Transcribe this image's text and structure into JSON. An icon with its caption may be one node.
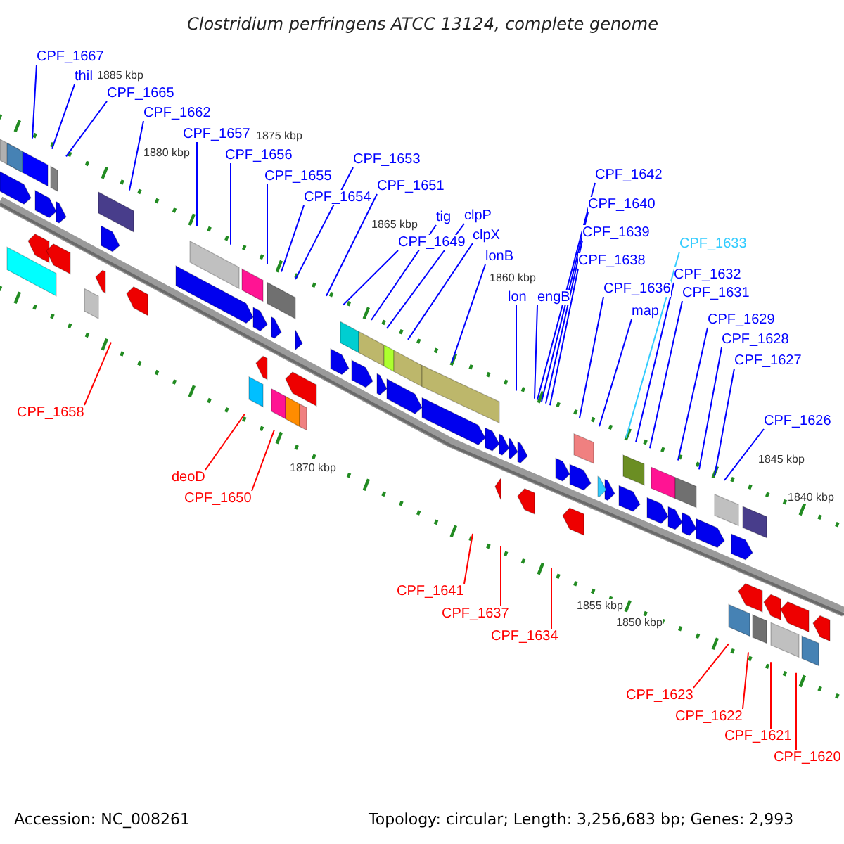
{
  "diagram": {
    "title": "Clostridium perfringens ATCC 13124, complete genome",
    "nodes": [
      {
        "text": [
          "CPF_1667"
        ]
      },
      {
        "text": [
          "thiI"
        ]
      },
      {
        "text": [
          "CPF_1665"
        ]
      },
      {
        "text": [
          "CPF_1662"
        ]
      },
      {
        "text": [
          "CPF_1657"
        ]
      },
      {
        "text": [
          "CPF_1656"
        ]
      },
      {
        "text": [
          "CPF_1655"
        ]
      },
      {
        "text": [
          "CPF_1653"
        ]
      },
      {
        "text": [
          "CPF_1654"
        ]
      },
      {
        "text": [
          "CPF_1651"
        ]
      },
      {
        "text": [
          "CPF_1649"
        ]
      },
      {
        "text": [
          "tig"
        ]
      },
      {
        "text": [
          "clpP"
        ]
      },
      {
        "text": [
          "clpX"
        ]
      },
      {
        "text": [
          "lonB"
        ]
      },
      {
        "text": [
          "lon"
        ]
      },
      {
        "text": [
          "engB"
        ]
      },
      {
        "text": [
          "CPF_1642"
        ]
      },
      {
        "text": [
          "CPF_1640"
        ]
      },
      {
        "text": [
          "CPF_1639"
        ]
      },
      {
        "text": [
          "CPF_1638"
        ]
      },
      {
        "text": [
          "CPF_1636"
        ]
      },
      {
        "text": [
          "map"
        ]
      },
      {
        "text": [
          "CPF_1633"
        ]
      },
      {
        "text": [
          "CPF_1632"
        ]
      },
      {
        "text": [
          "CPF_1631"
        ]
      },
      {
        "text": [
          "CPF_1629"
        ]
      },
      {
        "text": [
          "CPF_1628"
        ]
      },
      {
        "text": [
          "CPF_1627"
        ]
      },
      {
        "text": [
          "CPF_1626"
        ]
      },
      {
        "text": [
          "CPF_1658"
        ]
      },
      {
        "text": [
          "deoD"
        ]
      },
      {
        "text": [
          "CPF_1650"
        ]
      },
      {
        "text": [
          "CPF_1641"
        ]
      },
      {
        "text": [
          "CPF_1637"
        ]
      },
      {
        "text": [
          "CPF_1634"
        ]
      },
      {
        "text": [
          "CPF_1623"
        ]
      },
      {
        "text": [
          "CPF_1622"
        ]
      },
      {
        "text": [
          "CPF_1621"
        ]
      },
      {
        "text": [
          "CPF_1620"
        ]
      }
    ],
    "edges": [
      {
        "from": 0,
        "to": null,
        "arrow": "none"
      },
      {
        "from": 1,
        "to": null,
        "arrow": "none"
      },
      {
        "from": 2,
        "to": null,
        "arrow": "none"
      },
      {
        "from": 3,
        "to": null,
        "arrow": "none"
      },
      {
        "from": 4,
        "to": null,
        "arrow": "none"
      },
      {
        "from": 5,
        "to": null,
        "arrow": "none"
      },
      {
        "from": 6,
        "to": null,
        "arrow": "none"
      },
      {
        "from": 7,
        "to": null,
        "arrow": "none"
      },
      {
        "from": 8,
        "to": null,
        "arrow": "none"
      },
      {
        "from": 9,
        "to": null,
        "arrow": "none"
      },
      {
        "from": 10,
        "to": null,
        "arrow": "none"
      },
      {
        "from": 11,
        "to": null,
        "arrow": "none"
      },
      {
        "from": 12,
        "to": null,
        "arrow": "none"
      },
      {
        "from": 13,
        "to": null,
        "arrow": "none"
      },
      {
        "from": 14,
        "to": null,
        "arrow": "none"
      },
      {
        "from": 15,
        "to": null,
        "arrow": "none"
      },
      {
        "from": 16,
        "to": null,
        "arrow": "none"
      },
      {
        "from": 17,
        "to": null,
        "arrow": "none"
      },
      {
        "from": 18,
        "to": null,
        "arrow": "none"
      },
      {
        "from": 19,
        "to": null,
        "arrow": "none"
      },
      {
        "from": 20,
        "to": null,
        "arrow": "none"
      },
      {
        "from": 21,
        "to": null,
        "arrow": "none"
      },
      {
        "from": 22,
        "to": null,
        "arrow": "none"
      },
      {
        "from": 23,
        "to": null,
        "arrow": "none",
        "color": "#33ccff"
      },
      {
        "from": 24,
        "to": null,
        "arrow": "none"
      },
      {
        "from": 25,
        "to": null,
        "arrow": "none"
      },
      {
        "from": 26,
        "to": null,
        "arrow": "none"
      },
      {
        "from": 27,
        "to": null,
        "arrow": "none"
      },
      {
        "from": 28,
        "to": null,
        "arrow": "none"
      },
      {
        "from": 29,
        "to": null,
        "arrow": "none"
      },
      {
        "from": 30,
        "to": null,
        "arrow": "none",
        "color": "#ff0000"
      },
      {
        "from": 31,
        "to": null,
        "arrow": "none",
        "color": "#ff0000"
      },
      {
        "from": 32,
        "to": null,
        "arrow": "none",
        "color": "#ff0000"
      },
      {
        "from": 33,
        "to": null,
        "arrow": "none",
        "color": "#ff0000"
      },
      {
        "from": 34,
        "to": null,
        "arrow": "none",
        "color": "#ff0000"
      },
      {
        "from": 35,
        "to": null,
        "arrow": "none",
        "color": "#ff0000"
      },
      {
        "from": 36,
        "to": null,
        "arrow": "none",
        "color": "#ff0000"
      },
      {
        "from": 37,
        "to": null,
        "arrow": "none",
        "color": "#ff0000"
      },
      {
        "from": 38,
        "to": null,
        "arrow": "none",
        "color": "#ff0000"
      },
      {
        "from": 39,
        "to": null,
        "arrow": "none",
        "color": "#ff0000"
      }
    ],
    "labels": [
      "1885 kbp",
      "1880 kbp",
      "1875 kbp",
      "1870 kbp",
      "1865 kbp",
      "1860 kbp",
      "1855 kbp",
      "1850 kbp",
      "1845 kbp",
      "1840 kbp",
      "Accession: NC_008261",
      "Topology: circular; Length: 3,256,683 bp; Genes: 2,993"
    ]
  }
}
